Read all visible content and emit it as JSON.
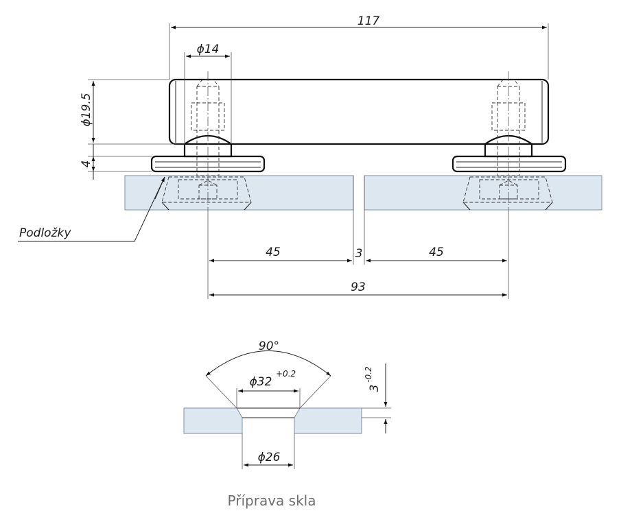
{
  "drawing": {
    "labels": {
      "overall_length": "117",
      "bolt_diameter": "ϕ14",
      "handle_diameter": "ϕ19.5",
      "base_thickness": "4",
      "washers": "Podložky",
      "left_offset": "45",
      "gap": "3",
      "right_offset": "45",
      "center_distance": "93",
      "countersink_angle": "90°",
      "countersink_diameter": "ϕ32",
      "countersink_tolerance": "+0.2",
      "countersink_depth": "3",
      "depth_tolerance": "-0.2",
      "hole_diameter": "ϕ26"
    },
    "caption": "Příprava skla"
  },
  "colors": {
    "glass": "#dde7f0",
    "line": "#111111",
    "caption": "#6d6e71"
  }
}
